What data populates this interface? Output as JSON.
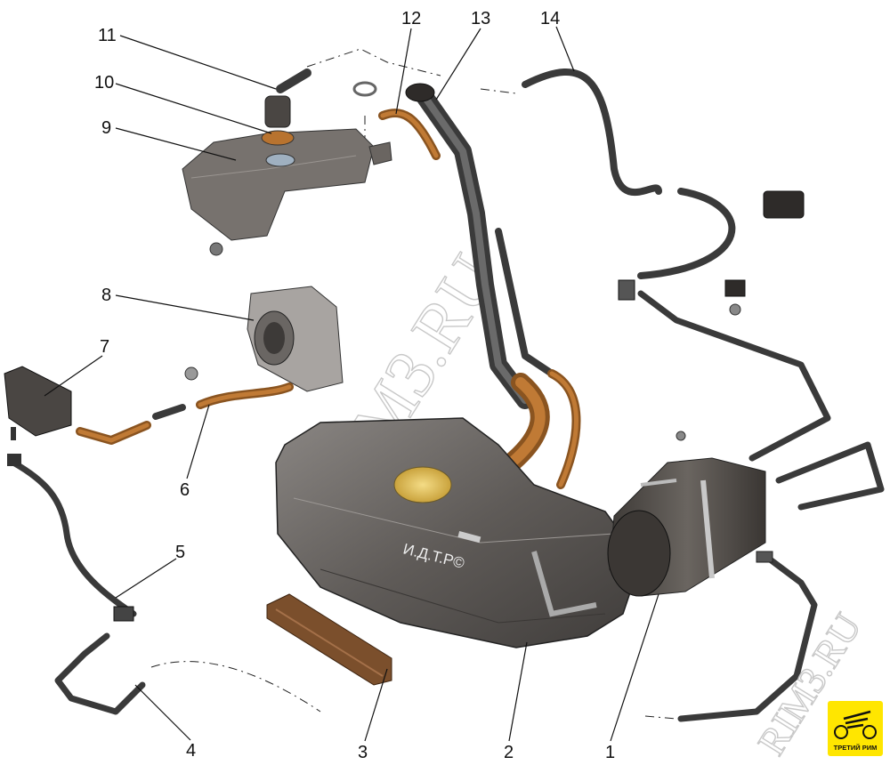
{
  "callouts": [
    "1",
    "2",
    "3",
    "4",
    "5",
    "6",
    "7",
    "8",
    "9",
    "10",
    "11",
    "12",
    "13",
    "14"
  ],
  "watermark": "RIM3.RU",
  "copyright": "И.Д.Т.Р©",
  "logo": {
    "text": "ТРЕТИЙ РИМ",
    "background": "#ffe600"
  },
  "colors": {
    "part": "#5a5653",
    "hose": "#3a3a3a",
    "brown_hose": "#a0622a",
    "cap": "#e8c75a"
  }
}
